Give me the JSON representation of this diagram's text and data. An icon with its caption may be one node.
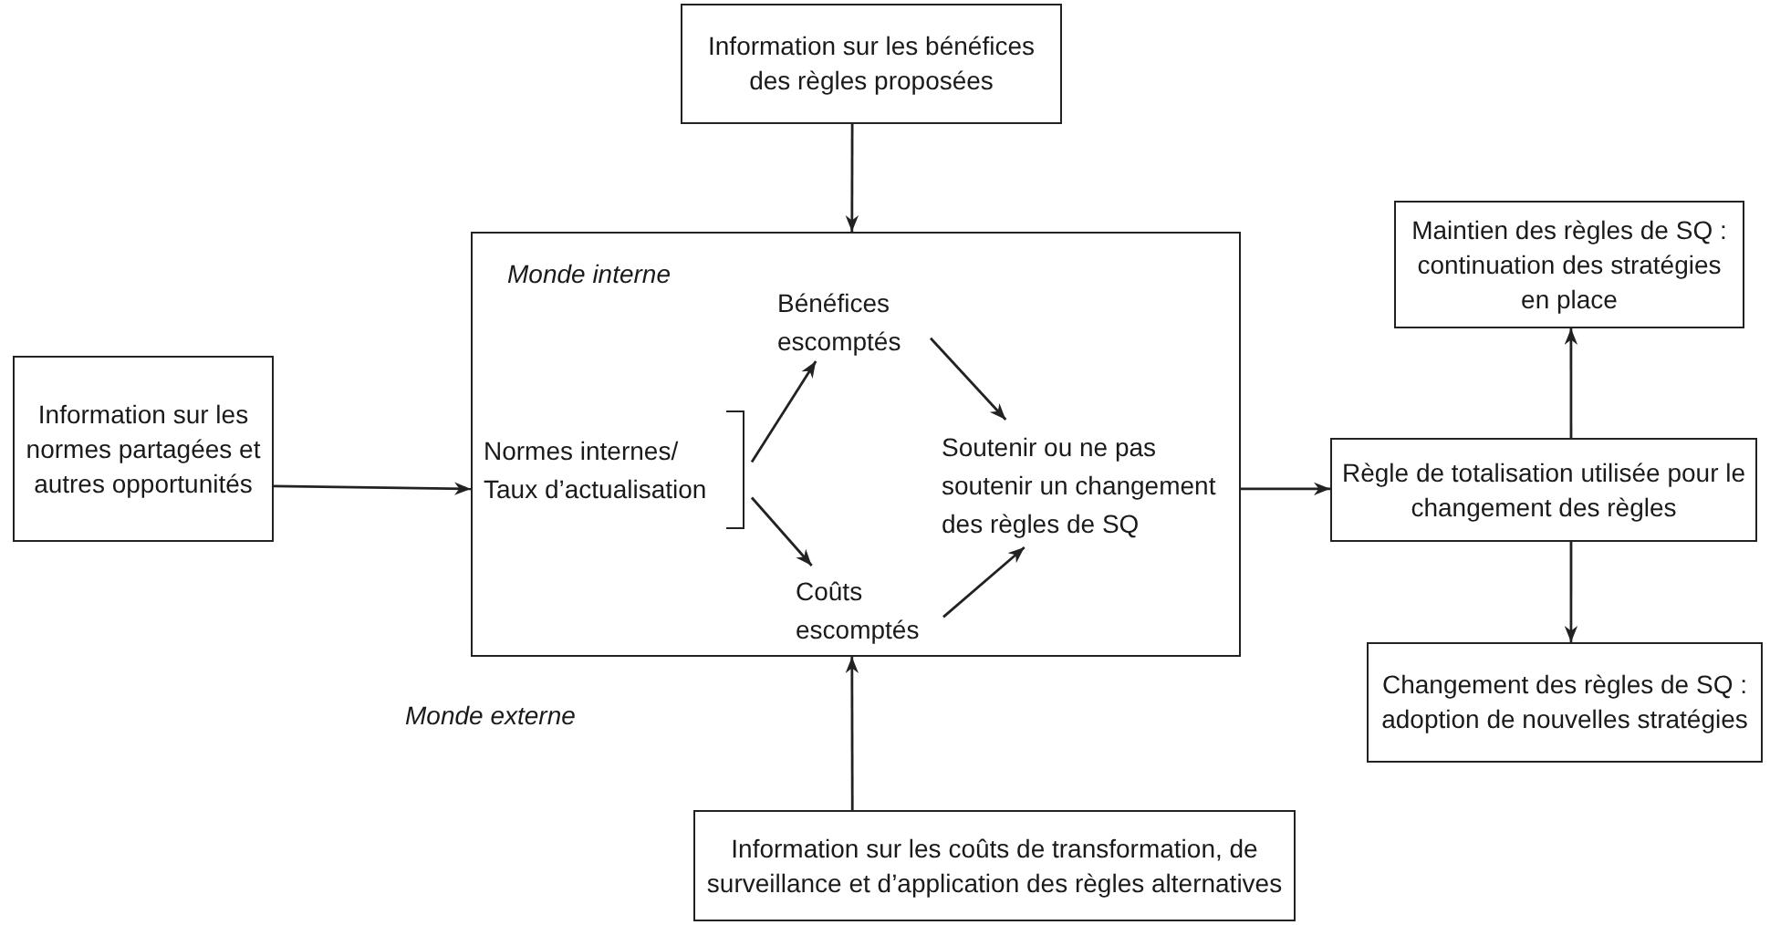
{
  "diagram": {
    "nodes": [
      {
        "text": [
          "Information sur les bénéfices des règles proposées"
        ]
      },
      {
        "text": [
          "Monde interne"
        ]
      },
      {
        "text": [
          "Normes internes/ Taux d’actualisation"
        ],
        "in": 1
      },
      {
        "text": [
          "Bénéfices escomptés"
        ],
        "in": 1
      },
      {
        "text": [
          "Coûts escomptés"
        ],
        "in": 1
      },
      {
        "text": [
          "Soutenir ou ne pas soutenir un changement des règles de SQ"
        ],
        "in": 1
      },
      {
        "text": [
          "Information sur les normes partagées et autres opportunités"
        ]
      },
      {
        "text": [
          "Règle de totalisation utilisée pour le changement des règles"
        ]
      },
      {
        "text": [
          "Maintien des règles de SQ : continuation des stratégies en place"
        ]
      },
      {
        "text": [
          "Changement des règles de SQ : adoption de nouvelles stratégies"
        ]
      },
      {
        "text": [
          "Information sur les coûts de transformation, de surveillance et d’application des règles alternatives"
        ]
      }
    ],
    "edges": [
      {
        "from": 0,
        "to": 1,
        "arrow": "to"
      },
      {
        "from": 6,
        "to": 1,
        "arrow": "to"
      },
      {
        "from": 2,
        "to": 3,
        "arrow": "to"
      },
      {
        "from": 2,
        "to": 4,
        "arrow": "to"
      },
      {
        "from": 3,
        "to": 5,
        "arrow": "to"
      },
      {
        "from": 4,
        "to": 5,
        "arrow": "to"
      },
      {
        "from": 1,
        "to": 7,
        "arrow": "to"
      },
      {
        "from": 10,
        "to": 1,
        "arrow": "to"
      },
      {
        "from": 7,
        "to": 8,
        "arrow": "to"
      },
      {
        "from": 7,
        "to": 9,
        "arrow": "to"
      }
    ],
    "labels": [
      "Monde externe"
    ]
  }
}
